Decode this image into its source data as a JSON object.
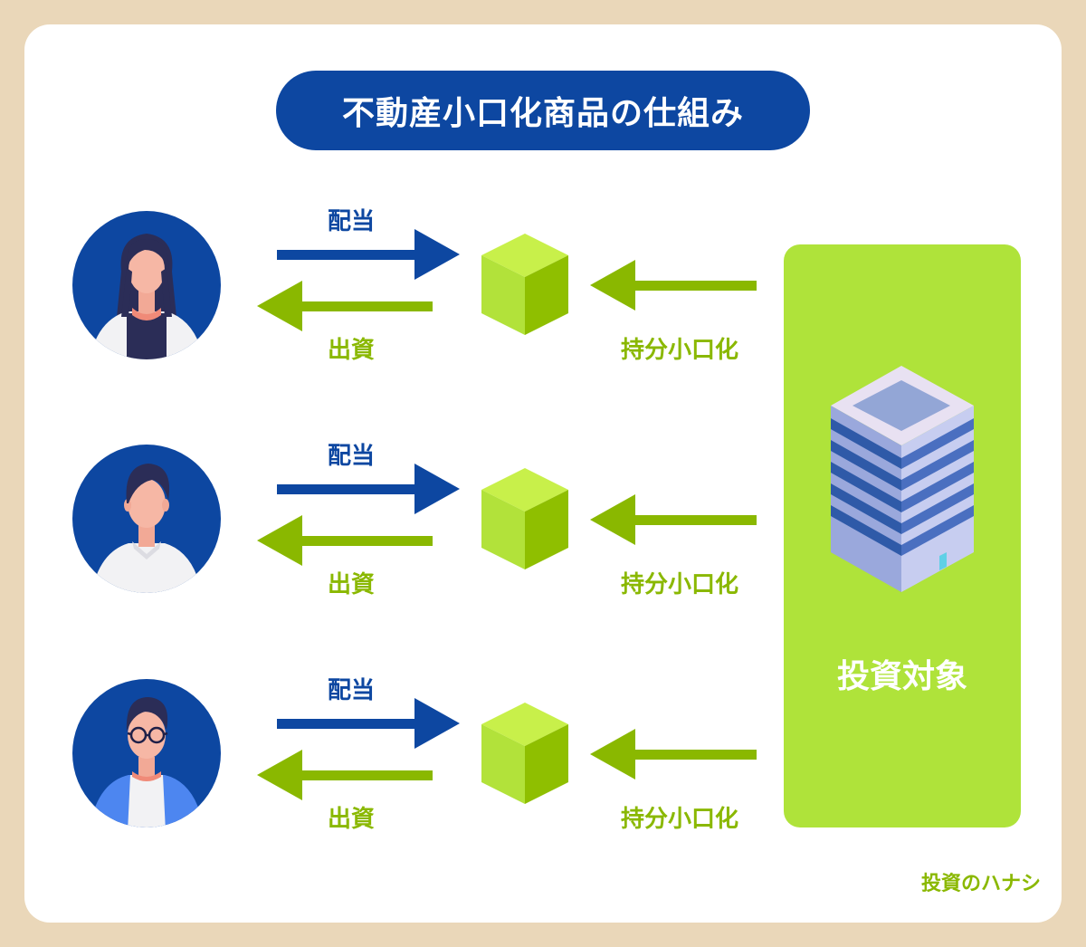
{
  "title": "不動産小口化商品の仕組み",
  "rows": [
    {
      "dividend": "配当",
      "investment": "出資",
      "fractional": "持分小口化"
    },
    {
      "dividend": "配当",
      "investment": "出資",
      "fractional": "持分小口化"
    },
    {
      "dividend": "配当",
      "investment": "出資",
      "fractional": "持分小口化"
    }
  ],
  "target_label": "投資対象",
  "watermark": "投資のハナシ",
  "colors": {
    "background": "#ead7b9",
    "navy": "#0d47a1",
    "green": "#8ab800",
    "lime": "#afe33a",
    "cube_top": "#c8f04a",
    "cube_left": "#b2e23a",
    "cube_right": "#8fbf00"
  },
  "icons": [
    "investor-woman-icon",
    "investor-man-icon",
    "investor-glasses-man-icon",
    "cube-icon",
    "building-icon"
  ]
}
